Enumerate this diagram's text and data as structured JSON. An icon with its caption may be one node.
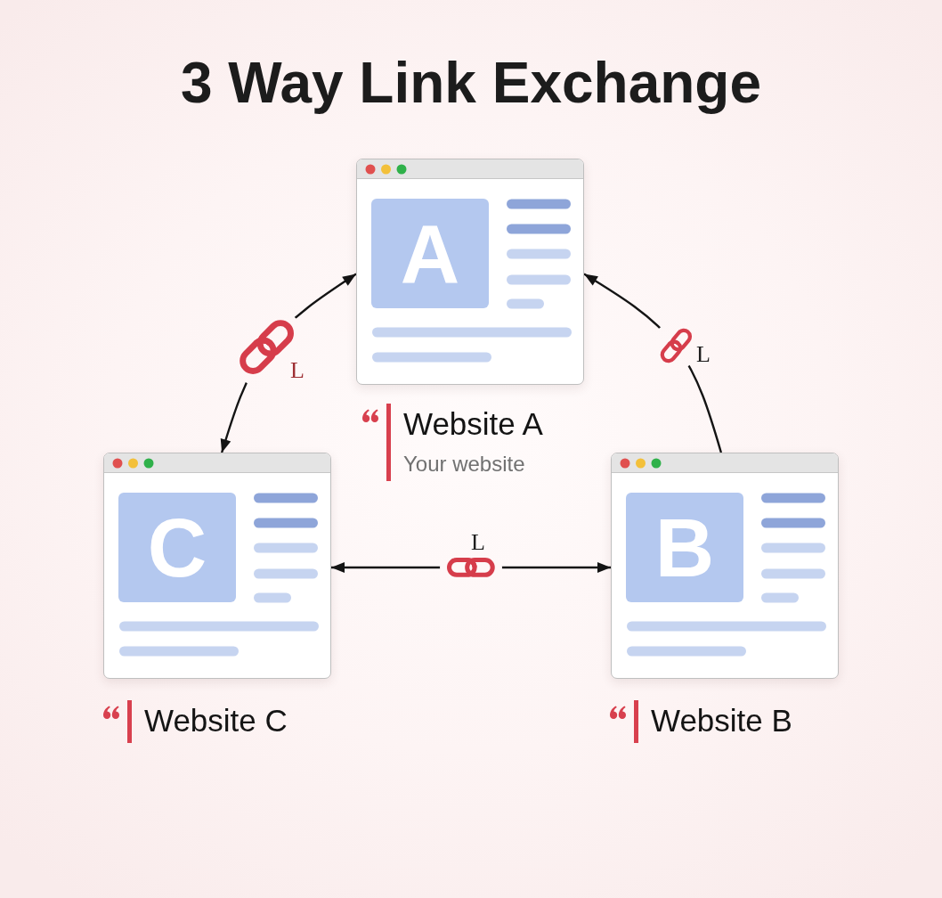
{
  "diagram": {
    "title": "3 Way Link Exchange",
    "nodes": [
      {
        "text": [
          "A"
        ],
        "beside": [
          "Website A",
          "Your website"
        ]
      },
      {
        "text": [
          "C"
        ],
        "beside": [
          "Website C"
        ]
      },
      {
        "text": [
          "B"
        ],
        "beside": [
          "Website B"
        ]
      }
    ],
    "edges": [
      {
        "from": 1,
        "to": 0,
        "arrow": "both",
        "label": "L"
      },
      {
        "from": 2,
        "to": 0,
        "arrow": "to",
        "label": "L"
      },
      {
        "from": 1,
        "to": 2,
        "arrow": "both",
        "label": "L"
      }
    ]
  }
}
